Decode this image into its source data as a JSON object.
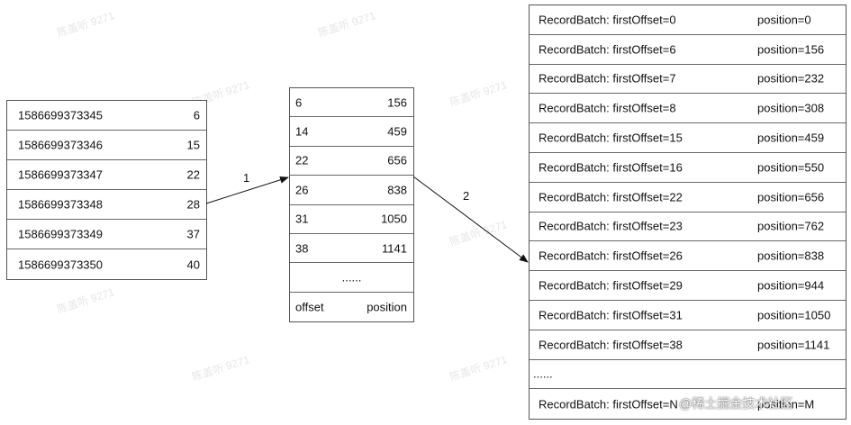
{
  "timestamp_index": [
    {
      "timestamp": "1586699373345",
      "offset": "6"
    },
    {
      "timestamp": "1586699373346",
      "offset": "15"
    },
    {
      "timestamp": "1586699373347",
      "offset": "22"
    },
    {
      "timestamp": "1586699373348",
      "offset": "28"
    },
    {
      "timestamp": "1586699373349",
      "offset": "37"
    },
    {
      "timestamp": "1586699373350",
      "offset": "40"
    }
  ],
  "offset_index": {
    "rows": [
      {
        "offset": "6",
        "position": "156"
      },
      {
        "offset": "14",
        "position": "459"
      },
      {
        "offset": "22",
        "position": "656"
      },
      {
        "offset": "26",
        "position": "838"
      },
      {
        "offset": "31",
        "position": "1050"
      },
      {
        "offset": "38",
        "position": "1141"
      }
    ],
    "ellipsis": "......",
    "header_offset": "offset",
    "header_position": "position"
  },
  "log_segment": [
    {
      "batch": "RecordBatch: firstOffset=0",
      "position": "position=0"
    },
    {
      "batch": "RecordBatch: firstOffset=6",
      "position": "position=156"
    },
    {
      "batch": "RecordBatch: firstOffset=7",
      "position": "position=232"
    },
    {
      "batch": "RecordBatch: firstOffset=8",
      "position": "position=308"
    },
    {
      "batch": "RecordBatch: firstOffset=15",
      "position": "position=459"
    },
    {
      "batch": "RecordBatch: firstOffset=16",
      "position": "position=550"
    },
    {
      "batch": "RecordBatch: firstOffset=22",
      "position": "position=656"
    },
    {
      "batch": "RecordBatch: firstOffset=23",
      "position": "position=762"
    },
    {
      "batch": "RecordBatch: firstOffset=26",
      "position": "position=838"
    },
    {
      "batch": "RecordBatch: firstOffset=29",
      "position": "position=944"
    },
    {
      "batch": "RecordBatch: firstOffset=31",
      "position": "position=1050"
    },
    {
      "batch": "RecordBatch: firstOffset=38",
      "position": "position=1141"
    },
    {
      "batch": "......",
      "position": ""
    },
    {
      "batch": "RecordBatch: firstOffset=N",
      "position": "position=M"
    }
  ],
  "arrow_labels": {
    "step1": "1",
    "step2": "2"
  },
  "watermark": "陈盖听 9271",
  "site_watermark": "@稀土掘金技术社区"
}
